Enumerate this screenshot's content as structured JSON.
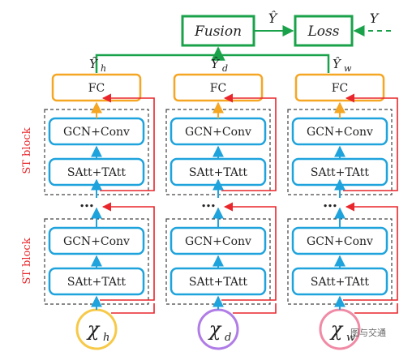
{
  "top": {
    "fusion_label": "Fusion",
    "loss_label": "Loss",
    "y_hat_label": "Ŷ",
    "y_label": "Y"
  },
  "columns": [
    {
      "id": "h",
      "output_label": "Ŷ",
      "output_sub": "h",
      "fc_label": "FC",
      "blocks": [
        {
          "top_label": "GCN+Conv",
          "bottom_label": "SAtt+TAtt"
        },
        {
          "top_label": "GCN+Conv",
          "bottom_label": "SAtt+TAtt"
        }
      ],
      "input_label": "χ",
      "input_sub": "h"
    },
    {
      "id": "d",
      "output_label": "Ŷ",
      "output_sub": "d",
      "fc_label": "FC",
      "blocks": [
        {
          "top_label": "GCN+Conv",
          "bottom_label": "SAtt+TAtt"
        },
        {
          "top_label": "GCN+Conv",
          "bottom_label": "SAtt+TAtt"
        }
      ],
      "input_label": "χ",
      "input_sub": "d"
    },
    {
      "id": "w",
      "output_label": "Ŷ",
      "output_sub": "w",
      "fc_label": "FC",
      "blocks": [
        {
          "top_label": "GCN+Conv",
          "bottom_label": "SAtt+TAtt"
        },
        {
          "top_label": "GCN+Conv",
          "bottom_label": "SAtt+TAtt"
        }
      ],
      "input_label": "χ",
      "input_sub": "w"
    }
  ],
  "st_block_label": "ST block",
  "ellipsis": "…",
  "watermark": "图与交通",
  "colors": {
    "green": "#1aa24a",
    "orange": "#f5a623",
    "blue": "#1fa3dc",
    "red": "#e8262b",
    "dashed": "#444444",
    "input_h": "#f7c948",
    "input_d": "#b07ce6",
    "input_w": "#f08aa5"
  }
}
